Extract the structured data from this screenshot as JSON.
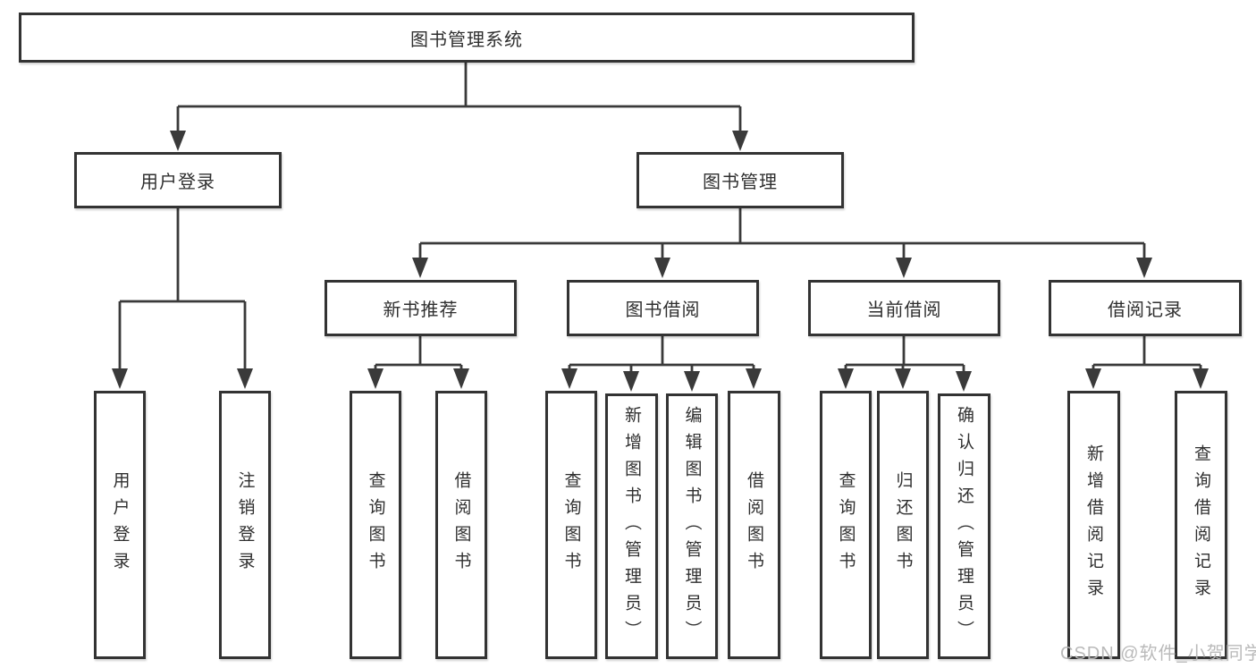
{
  "tree": {
    "root": "图书管理系统",
    "level2": [
      {
        "label": "用户登录",
        "leaves": [
          "用户登录",
          "注销登录"
        ]
      },
      {
        "label": "图书管理",
        "sections": [
          {
            "label": "新书推荐",
            "leaves": [
              "查询图书",
              "借阅图书"
            ]
          },
          {
            "label": "图书借阅",
            "leaves": [
              "查询图书",
              "新增图书（管理员）",
              "编辑图书（管理员）",
              "借阅图书"
            ]
          },
          {
            "label": "当前借阅",
            "leaves": [
              "查询图书",
              "归还图书",
              "确认归还（管理员）"
            ]
          },
          {
            "label": "借阅记录",
            "leaves": [
              "新增借阅记录",
              "查询借阅记录"
            ]
          }
        ]
      }
    ]
  },
  "watermark": {
    "text": "CSDN @软件_小贺同学"
  },
  "colors": {
    "line": "#3a3a3a",
    "border": "#333333",
    "text": "#2f2f2f",
    "background": "#ffffff",
    "watermark": "#b7b7b7"
  }
}
